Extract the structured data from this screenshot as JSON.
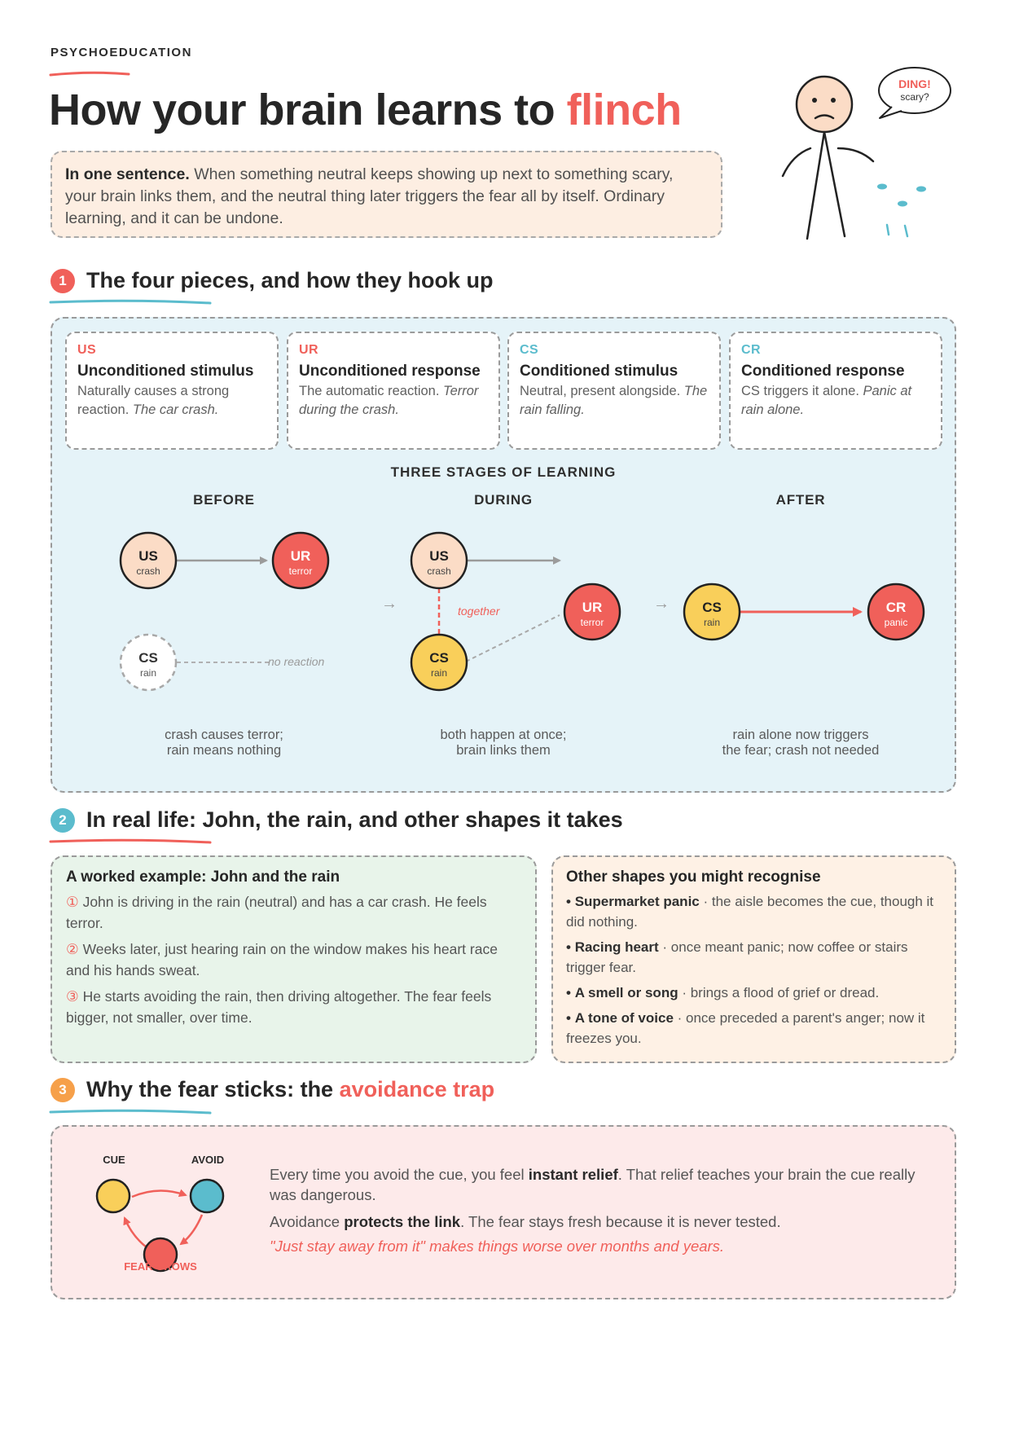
{
  "eyebrow": "PSYCHOEDUCATION",
  "title": {
    "main": "How your brain learns to ",
    "accent": "flinch"
  },
  "intro": {
    "lead": "In one sentence.",
    "body": " When something neutral keeps showing up next to something scary, your brain links them, and the neutral thing later triggers the fear all by itself. Ordinary learning, and it can be undone."
  },
  "figure": {
    "bubble_line1": "DING!",
    "bubble_line2": "scary?"
  },
  "sections": [
    {
      "num": "1",
      "title": "The four pieces, and how they hook up",
      "color": "#f0605a"
    },
    {
      "num": "2",
      "title": "In real life: John, the rain, and other shapes it takes",
      "color": "#5bbccd"
    },
    {
      "num": "3",
      "title_main": "Why the fear sticks: the ",
      "title_accent": "avoidance trap",
      "color": "#f6a04a"
    }
  ],
  "cards": [
    {
      "abbr": "US",
      "name": "Unconditioned stimulus",
      "desc": "Naturally causes a strong reaction. ",
      "example": "The car crash.",
      "color": "#f0605a"
    },
    {
      "abbr": "UR",
      "name": "Unconditioned response",
      "desc": "The automatic reaction. ",
      "example": "Terror during the crash.",
      "color": "#f0605a"
    },
    {
      "abbr": "CS",
      "name": "Conditioned stimulus",
      "desc": "Neutral, present alongside. ",
      "example": "The rain falling.",
      "color": "#5bbccd"
    },
    {
      "abbr": "CR",
      "name": "Conditioned response",
      "desc": "CS triggers it alone. ",
      "example": "Panic at rain alone.",
      "color": "#5bbccd"
    }
  ],
  "diagram": {
    "heading": "THREE STAGES OF LEARNING",
    "stages": [
      {
        "label": "BEFORE",
        "caption_1": "crash causes terror;",
        "caption_2": "rain means nothing"
      },
      {
        "label": "DURING",
        "caption_1": "both happen at once;",
        "caption_2": "brain links them"
      },
      {
        "label": "AFTER",
        "caption_1": "rain alone now triggers",
        "caption_2": "the fear; crash not needed"
      }
    ],
    "nodes": {
      "us": {
        "abbr": "US",
        "sub": "crash"
      },
      "ur": {
        "abbr": "UR",
        "sub": "terror"
      },
      "cs": {
        "abbr": "CS",
        "sub": "rain"
      },
      "cr": {
        "abbr": "CR",
        "sub": "panic"
      }
    },
    "no_reaction": "no reaction",
    "together": "together",
    "stage_arrow": "→"
  },
  "example_box": {
    "title": "A worked example: John and the rain",
    "steps": [
      {
        "num": "①",
        "text": " John is driving in the rain (neutral) and has a car crash. He feels terror."
      },
      {
        "num": "②",
        "text": " Weeks later, just hearing rain on the window makes his heart race and his hands sweat."
      },
      {
        "num": "③",
        "text": " He starts avoiding the rain, then driving altogether. The fear feels bigger, not smaller, over time."
      }
    ]
  },
  "shapes_box": {
    "title": "Other shapes you might recognise",
    "items": [
      {
        "bullet": "•",
        "bold": "Supermarket panic",
        "text": " · the aisle becomes the cue, though it did nothing."
      },
      {
        "bullet": "•",
        "bold": "Racing heart",
        "text": " · once meant panic; now coffee or stairs trigger fear."
      },
      {
        "bullet": "•",
        "bold": "A smell or song",
        "text": " · brings a flood of grief or dread."
      },
      {
        "bullet": "•",
        "bold": "A tone of voice",
        "text": " · once preceded a parent's anger; now it freezes you."
      }
    ]
  },
  "trap": {
    "cycle": {
      "cue": "CUE",
      "avoid": "AVOID",
      "fear": "FEAR GROWS"
    },
    "p1_a": "Every time you avoid the cue, you feel ",
    "p1_b": "instant relief",
    "p1_c": ". That relief teaches your brain the cue really was dangerous.",
    "p2_a": "Avoidance ",
    "p2_b": "protects the link",
    "p2_c": ". The fear stays fresh because it is never tested.",
    "warn": "\"Just stay away from it\" makes things worse over months and years."
  },
  "colors": {
    "coral": "#f0605a",
    "teal": "#5bbccd",
    "orange": "#f6a04a",
    "yellow": "#f9cf5a",
    "peach": "#fbdcc6",
    "panel_blue": "#e5f3f8",
    "panel_green": "#e8f4ea",
    "panel_peach": "#fef1e5",
    "panel_pink": "#fdeaea"
  }
}
